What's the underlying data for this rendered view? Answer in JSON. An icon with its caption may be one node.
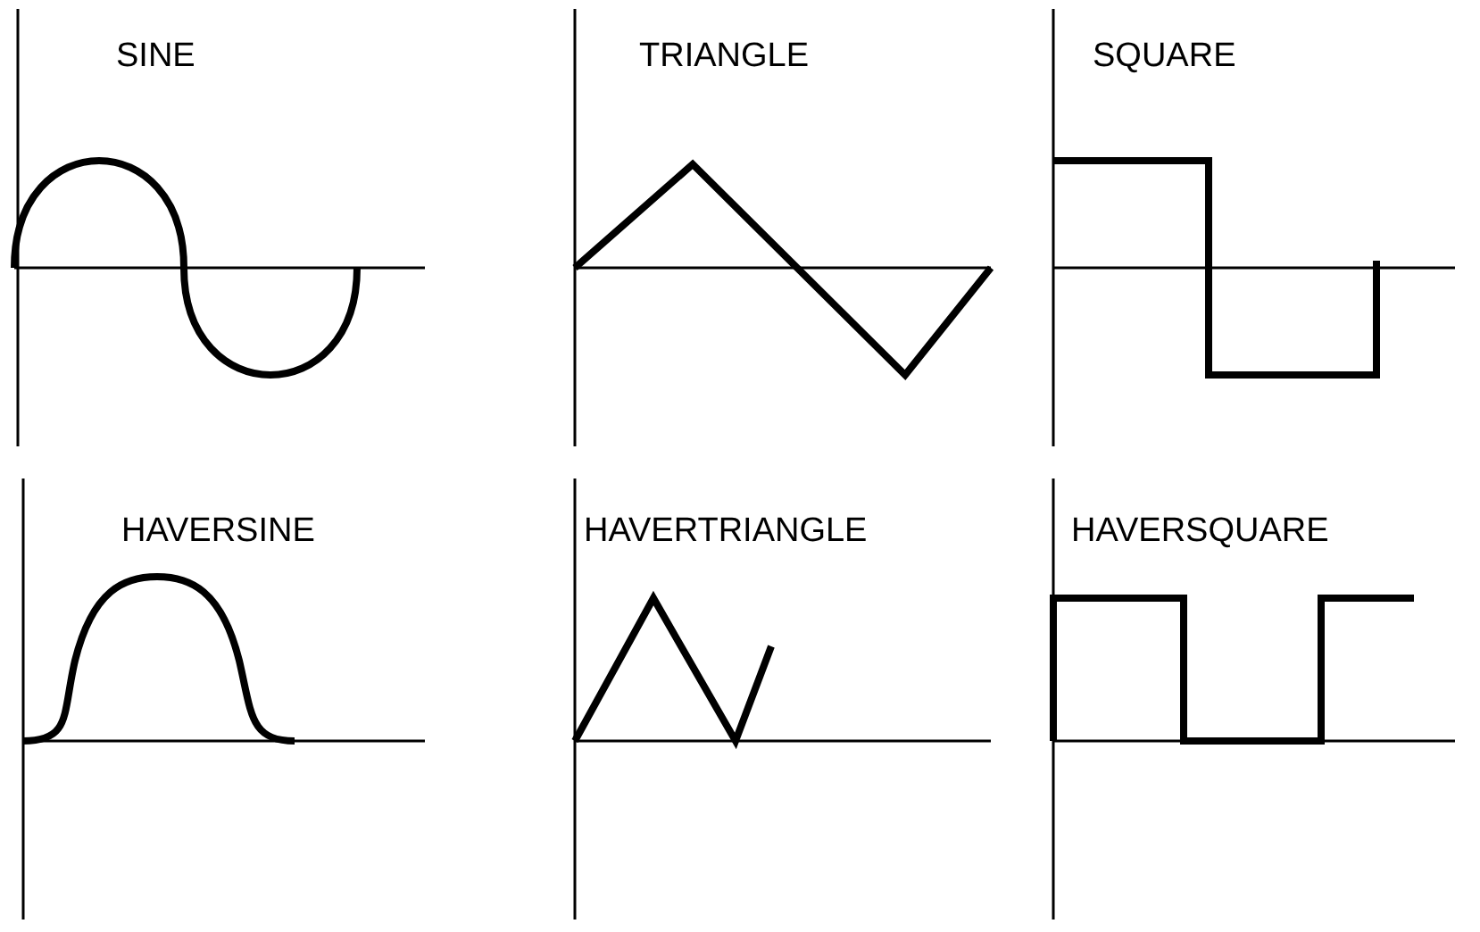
{
  "diagram": {
    "labels": [
      "SINE",
      "TRIANGLE",
      "SQUARE",
      "HAVERSINE",
      "HAVERTRIANGLE",
      "HAVERSQUARE"
    ]
  }
}
